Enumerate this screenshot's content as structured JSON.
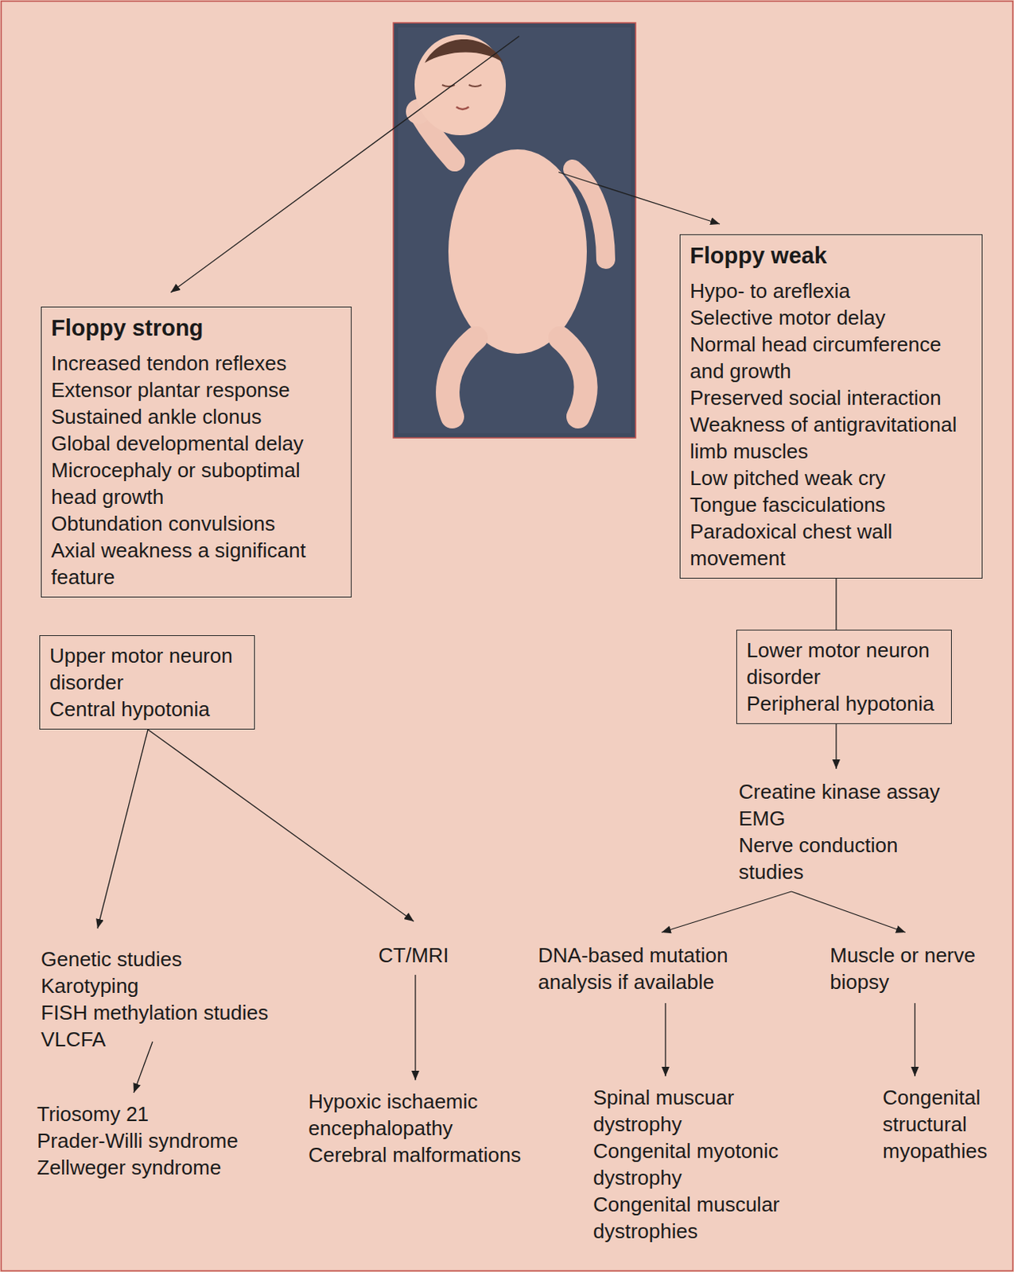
{
  "diagram": {
    "nodes": [
      {
        "text": [
          "Floppy strong",
          "Increased tendon reflexes",
          "Extensor plantar response",
          "Sustained ankle clonus",
          "Global developmental delay",
          "Microcephaly or suboptimal head growth",
          "Obtundation convulsions",
          "Axial weakness a significant feature"
        ]
      },
      {
        "text": [
          "Floppy weak",
          "Hypo- to areflexia",
          "Selective motor delay",
          "Normal head circumference and growth",
          "Preserved social interaction",
          "Weakness of antigravitational limb muscles",
          "Low pitched weak cry",
          "Tongue fasciculations",
          "Paradoxical chest wall movement"
        ]
      },
      {
        "text": [
          "Upper motor neuron disorder",
          "Central hypotonia"
        ]
      },
      {
        "text": [
          "Lower motor neuron disorder",
          "Peripheral hypotonia"
        ]
      },
      {
        "text": [
          "Creatine kinase assay",
          "EMG",
          "Nerve conduction studies"
        ]
      },
      {
        "text": [
          "Genetic studies",
          "Karotyping",
          "FISH methylation studies",
          "VLCFA"
        ]
      },
      {
        "text": [
          "CT/MRI"
        ]
      },
      {
        "text": [
          "DNA-based mutation analysis if available"
        ]
      },
      {
        "text": [
          "Muscle or nerve biopsy"
        ]
      },
      {
        "text": [
          "Triosomy 21",
          "Prader-Willi syndrome",
          "Zellweger syndrome"
        ]
      },
      {
        "text": [
          "Hypoxic ischaemic encephalopathy",
          "Cerebral malformations"
        ]
      },
      {
        "text": [
          "Spinal muscuar dystrophy",
          "Congenital myotonic dystrophy",
          "Congenital muscular dystrophies"
        ]
      },
      {
        "text": [
          "Congenital structural myopathies"
        ]
      }
    ],
    "edges": [
      {
        "from": 1,
        "to": 3,
        "arrow": "none"
      },
      {
        "from": 2,
        "to": 5,
        "arrow": "to"
      },
      {
        "from": 2,
        "to": 6,
        "arrow": "to"
      },
      {
        "from": 3,
        "to": 4,
        "arrow": "to"
      },
      {
        "from": 4,
        "to": 7,
        "arrow": "to"
      },
      {
        "from": 4,
        "to": 8,
        "arrow": "to"
      },
      {
        "from": 5,
        "to": 9,
        "arrow": "to"
      },
      {
        "from": 6,
        "to": 10,
        "arrow": "to"
      },
      {
        "from": 7,
        "to": 11,
        "arrow": "to"
      },
      {
        "from": 8,
        "to": 12,
        "arrow": "to"
      }
    ]
  }
}
